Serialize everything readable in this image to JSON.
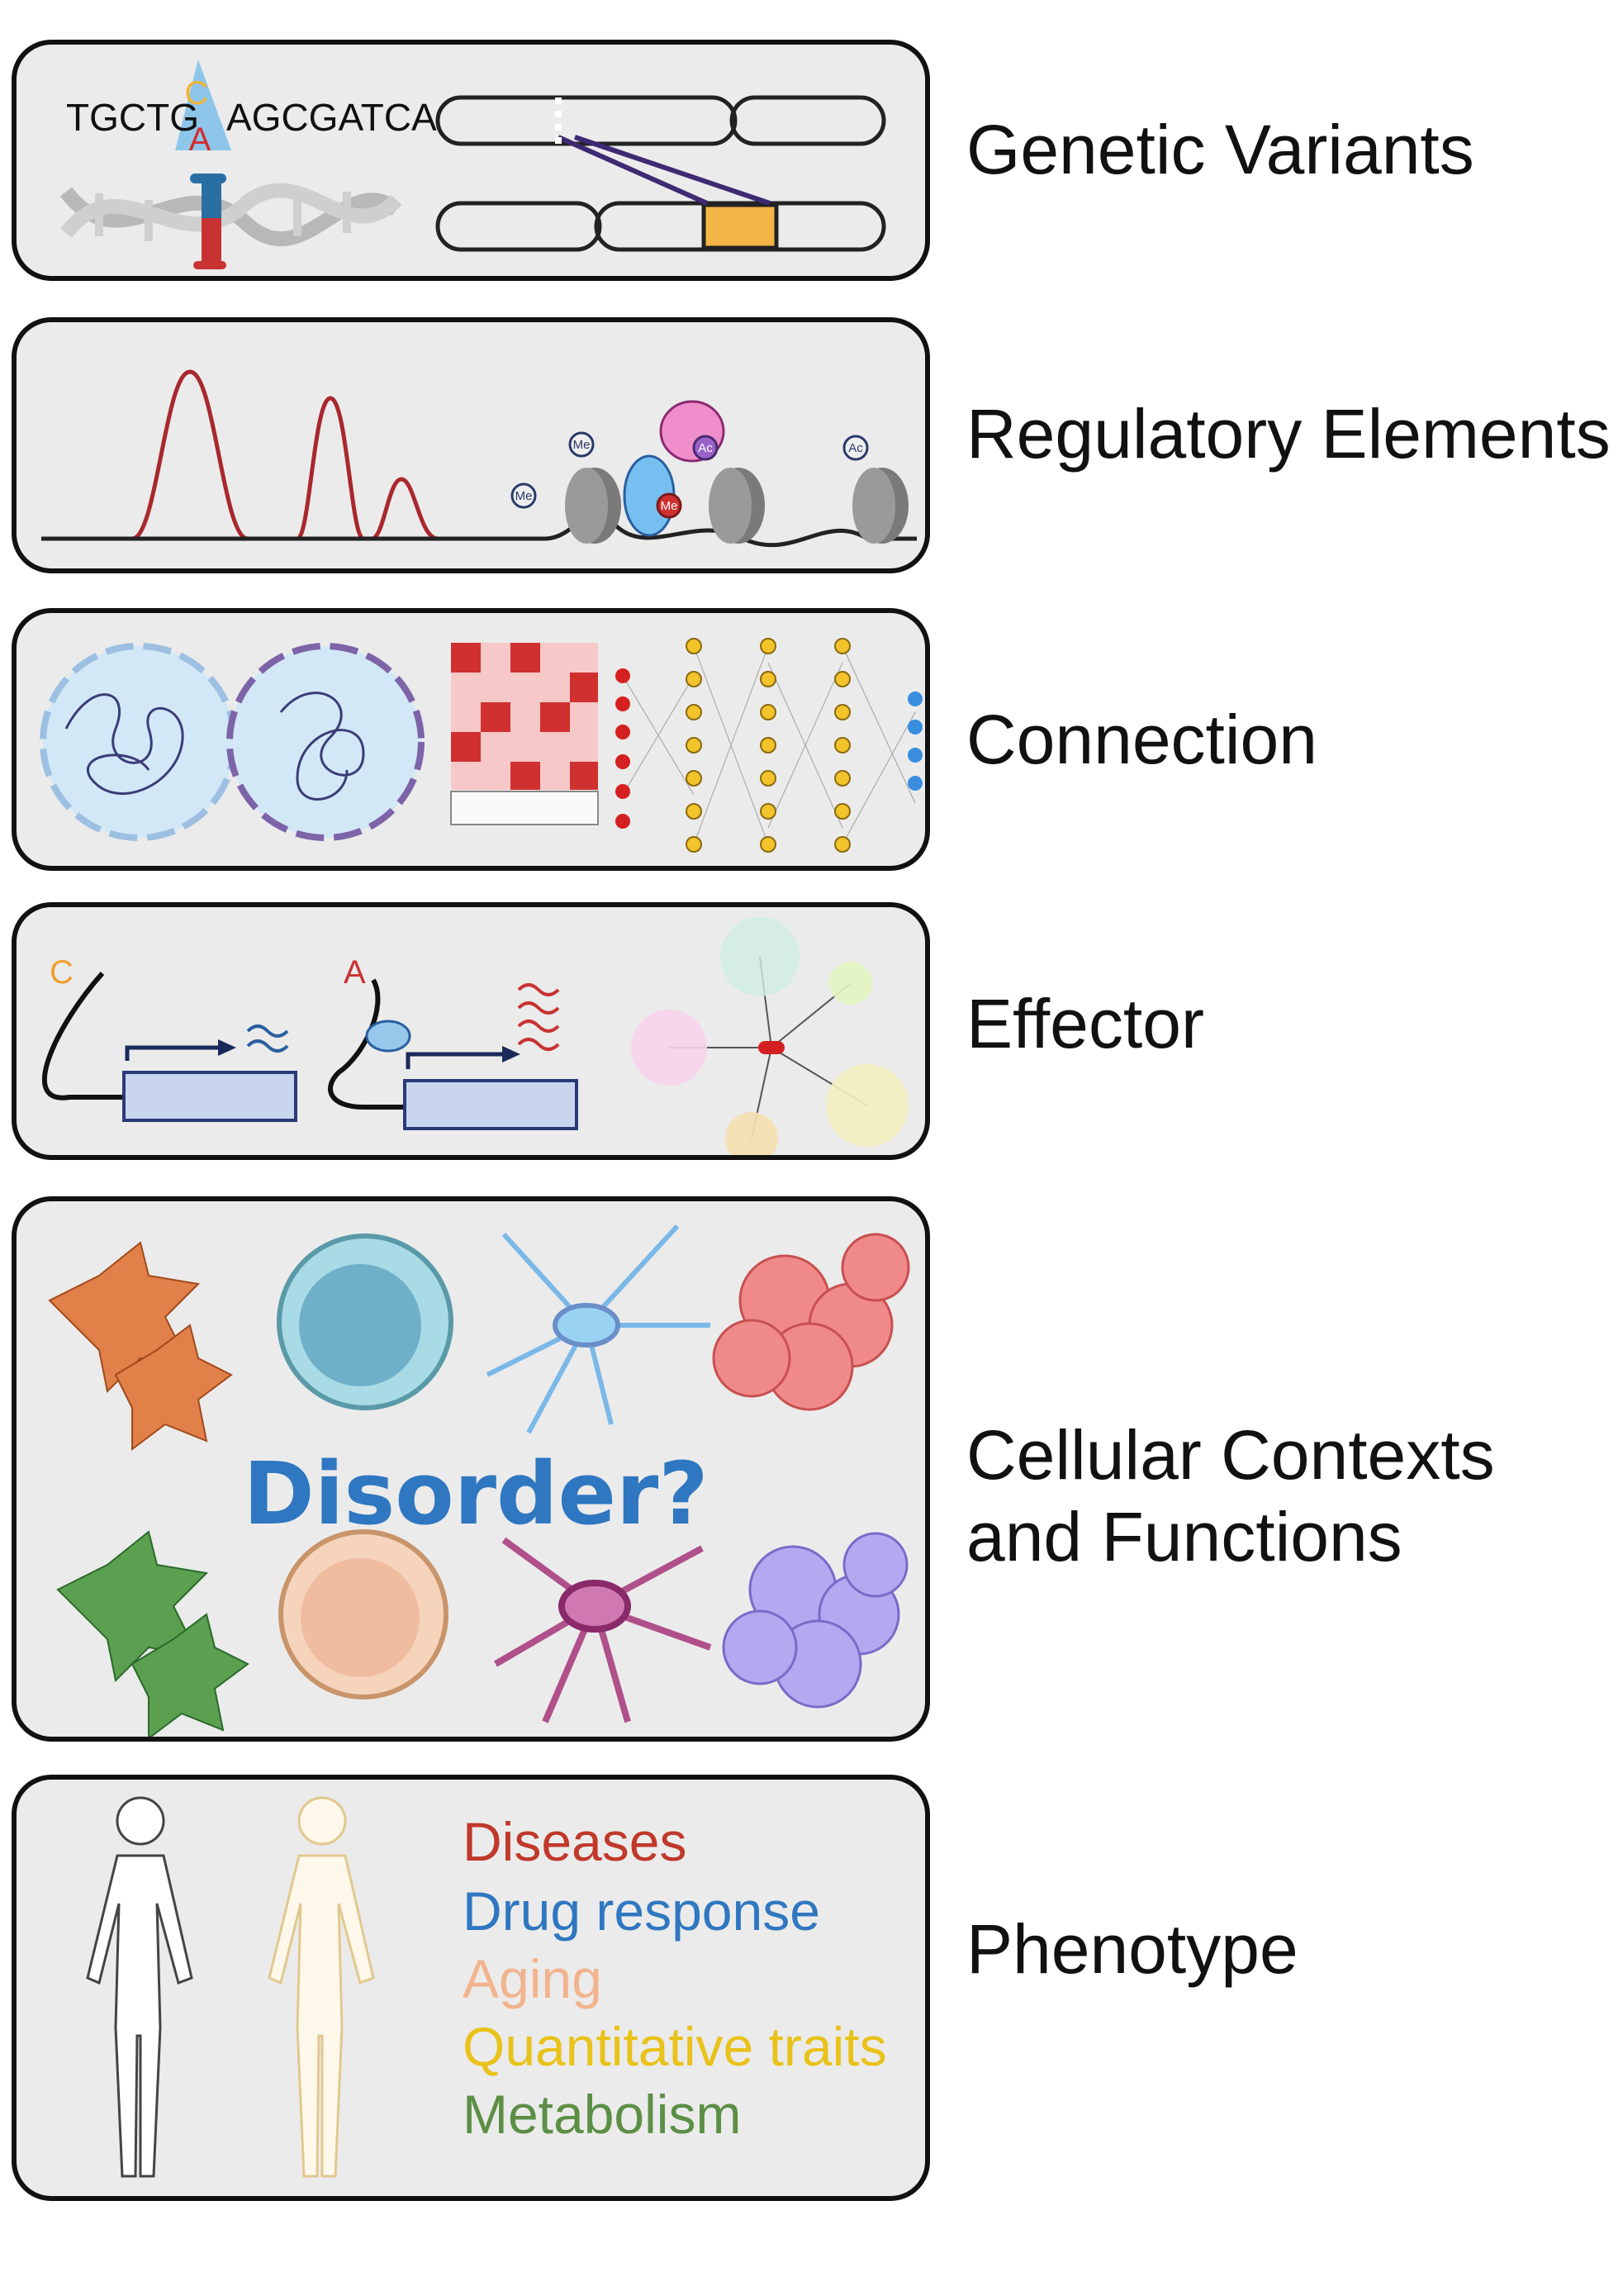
{
  "rows": [
    {
      "label": "Genetic Variants"
    },
    {
      "label": "Regulatory Elements"
    },
    {
      "label": "Connection"
    },
    {
      "label": "Effector"
    },
    {
      "label": "Cellular Contexts and Functions"
    },
    {
      "label": "Phenotype"
    }
  ],
  "variants": {
    "sequence_left": "TGCTG",
    "sequence_right": "AGCGATCA",
    "ref_allele": "C",
    "alt_allele": "A"
  },
  "regulatory": {
    "mark_me": "Me",
    "mark_ac": "Ac"
  },
  "effector": {
    "allele_c": "C",
    "allele_a": "A"
  },
  "cellular": {
    "disorder_text": "Disorder?"
  },
  "phenotype": {
    "items": [
      "Diseases",
      "Drug response",
      "Aging",
      "Quantitative traits",
      "Metabolism"
    ]
  },
  "colors": {
    "panel_bg": "#ebebeb",
    "border": "#111111",
    "accent_blue": "#2f77c0",
    "phenotype_items": [
      "#c0392b",
      "#2f77c0",
      "#f2b48e",
      "#e9c21a",
      "#5c8f45"
    ]
  }
}
